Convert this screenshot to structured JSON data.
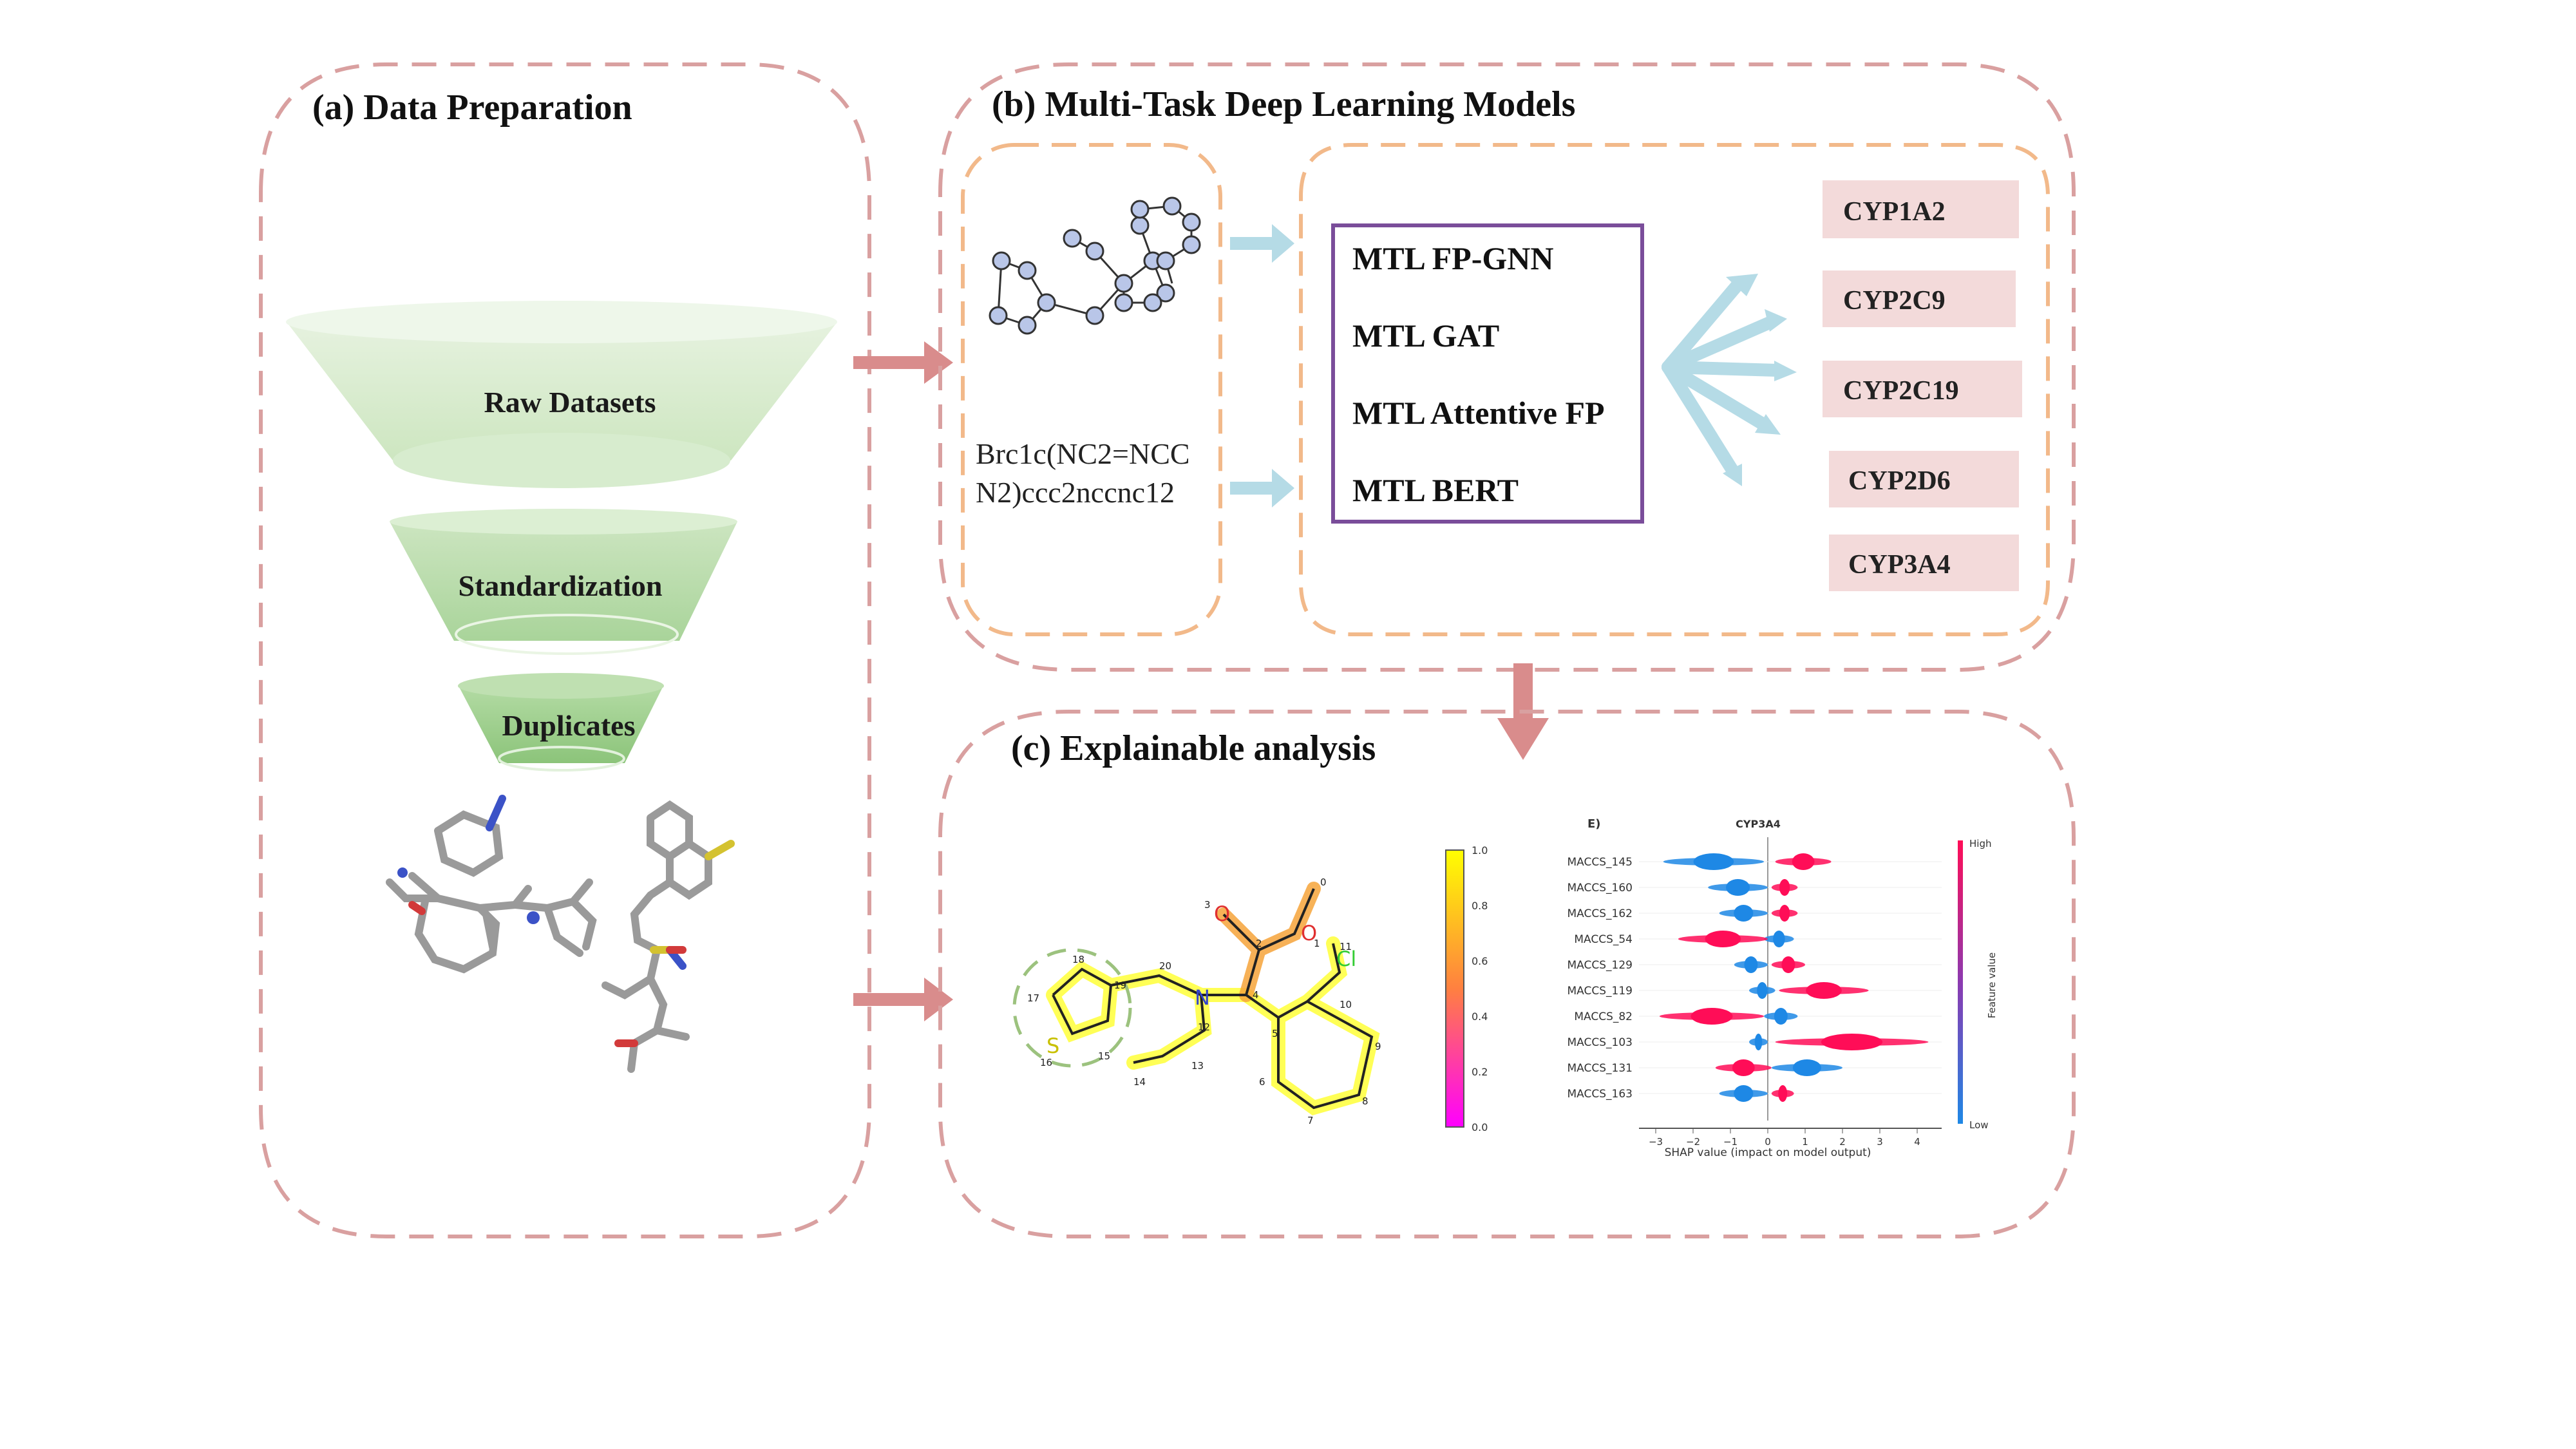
{
  "panels": {
    "a_title": "(a) Data Preparation",
    "b_title": "(b) Multi-Task Deep Learning Models",
    "c_title": "(c) Explainable analysis"
  },
  "funnel": {
    "level1": "Raw Datasets",
    "level2": "Standardization",
    "level3": "Duplicates"
  },
  "smiles": {
    "line1": "Brc1c(NC2=NCC",
    "line2": "N2)ccc2nccnc12"
  },
  "models": [
    "MTL FP-GNN",
    "MTL GAT",
    "MTL Attentive FP",
    "MTL BERT"
  ],
  "targets": [
    "CYP1A2",
    "CYP2C9",
    "CYP2C19",
    "CYP2D6",
    "CYP3A4"
  ],
  "molecule": {
    "atom_labels": {
      "N": "N",
      "O": "O",
      "Cl": "Cl",
      "S": "S"
    },
    "atom_numbers": [
      "0",
      "1",
      "2",
      "3",
      "4",
      "5",
      "6",
      "7",
      "8",
      "9",
      "10",
      "11",
      "12",
      "13",
      "14",
      "15",
      "16",
      "17",
      "18",
      "19",
      "20"
    ]
  },
  "colorbar": {
    "ticks": [
      "1.0",
      "0.8",
      "0.6",
      "0.4",
      "0.2",
      "0.0"
    ]
  },
  "shap": {
    "panel_letter": "E)",
    "title": "CYP3A4",
    "features": [
      "MACCS_145",
      "MACCS_160",
      "MACCS_162",
      "MACCS_54",
      "MACCS_129",
      "MACCS_119",
      "MACCS_82",
      "MACCS_103",
      "MACCS_131",
      "MACCS_163"
    ],
    "x_ticks": [
      "−3",
      "−2",
      "−1",
      "0",
      "1",
      "2",
      "3",
      "4"
    ],
    "xlabel": "SHAP value (impact on model output)",
    "colorbar_high": "High",
    "colorbar_low": "Low",
    "colorbar_label": "Feature value"
  },
  "colors": {
    "panel_border": "#d9a0a0",
    "inner_border": "#f2b98a",
    "arrow_red": "#d98c8c",
    "arrow_blue": "#b5dbe6",
    "model_box": "#7a4d9a",
    "cyp_fill": "#f3dada",
    "funnel_green": "#cfe8c4",
    "shap_blue": "#1e88e5",
    "shap_pink": "#ff0d57"
  }
}
